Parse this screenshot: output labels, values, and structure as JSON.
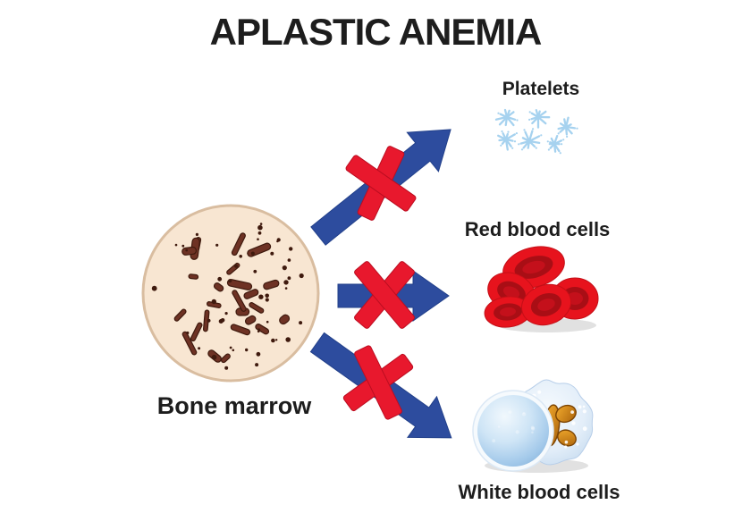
{
  "title": "APLASTIC ANEMIA",
  "diagram": {
    "source_label": "Bone marrow",
    "targets": [
      {
        "label": "Platelets",
        "blocked": true
      },
      {
        "label": "Red blood cells",
        "blocked": true
      },
      {
        "label": "White blood cells",
        "blocked": true
      }
    ]
  },
  "colors": {
    "text_color": "#1d1d1d",
    "arrow_blue": "#2d4c9e",
    "cross_red": "#e8182d",
    "platelet_blue": "#a6d2ef",
    "rbc_red": "#e7131d",
    "rbc_dark": "#a90e15",
    "marrow_fill": "#f8e6d2",
    "marrow_edge": "#d9bda0",
    "marrow_spot": "#6e3224",
    "marrow_spot_dark": "#3f1a0e",
    "wbc_orange": "#e8991f",
    "wbc_orange_dark": "#7c4403"
  }
}
